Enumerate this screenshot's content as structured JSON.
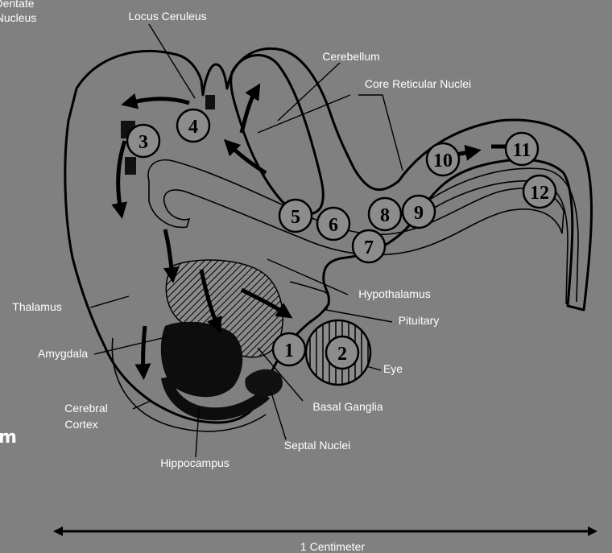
{
  "background": "#808080",
  "ink": "#000000",
  "label_color": "#ffffff",
  "labels": {
    "dentate_line1": "Dentate",
    "dentate_line2": "Nucleus",
    "locus_ceruleus": "Locus Ceruleus",
    "cerebellum": "Cerebellum",
    "core_reticular_nuclei": "Core Reticular Nuclei",
    "hypothalamus": "Hypothalamus",
    "pituitary": "Pituitary",
    "thalamus": "Thalamus",
    "amygdala": "Amygdala",
    "eye": "Eye",
    "cerebral_cortex_line1": "Cerebral",
    "cerebral_cortex_line2": "Cortex",
    "basal_ganglia": "Basal Ganglia",
    "septal_nuclei": "Septal Nuclei",
    "hippocampus": "Hippocampus",
    "cropped_left_text": "m"
  },
  "numbered_markers": [
    "1",
    "2",
    "3",
    "4",
    "5",
    "6",
    "7",
    "8",
    "9",
    "10",
    "11",
    "12"
  ],
  "scale_bar": {
    "label": "1 Centimeter"
  }
}
